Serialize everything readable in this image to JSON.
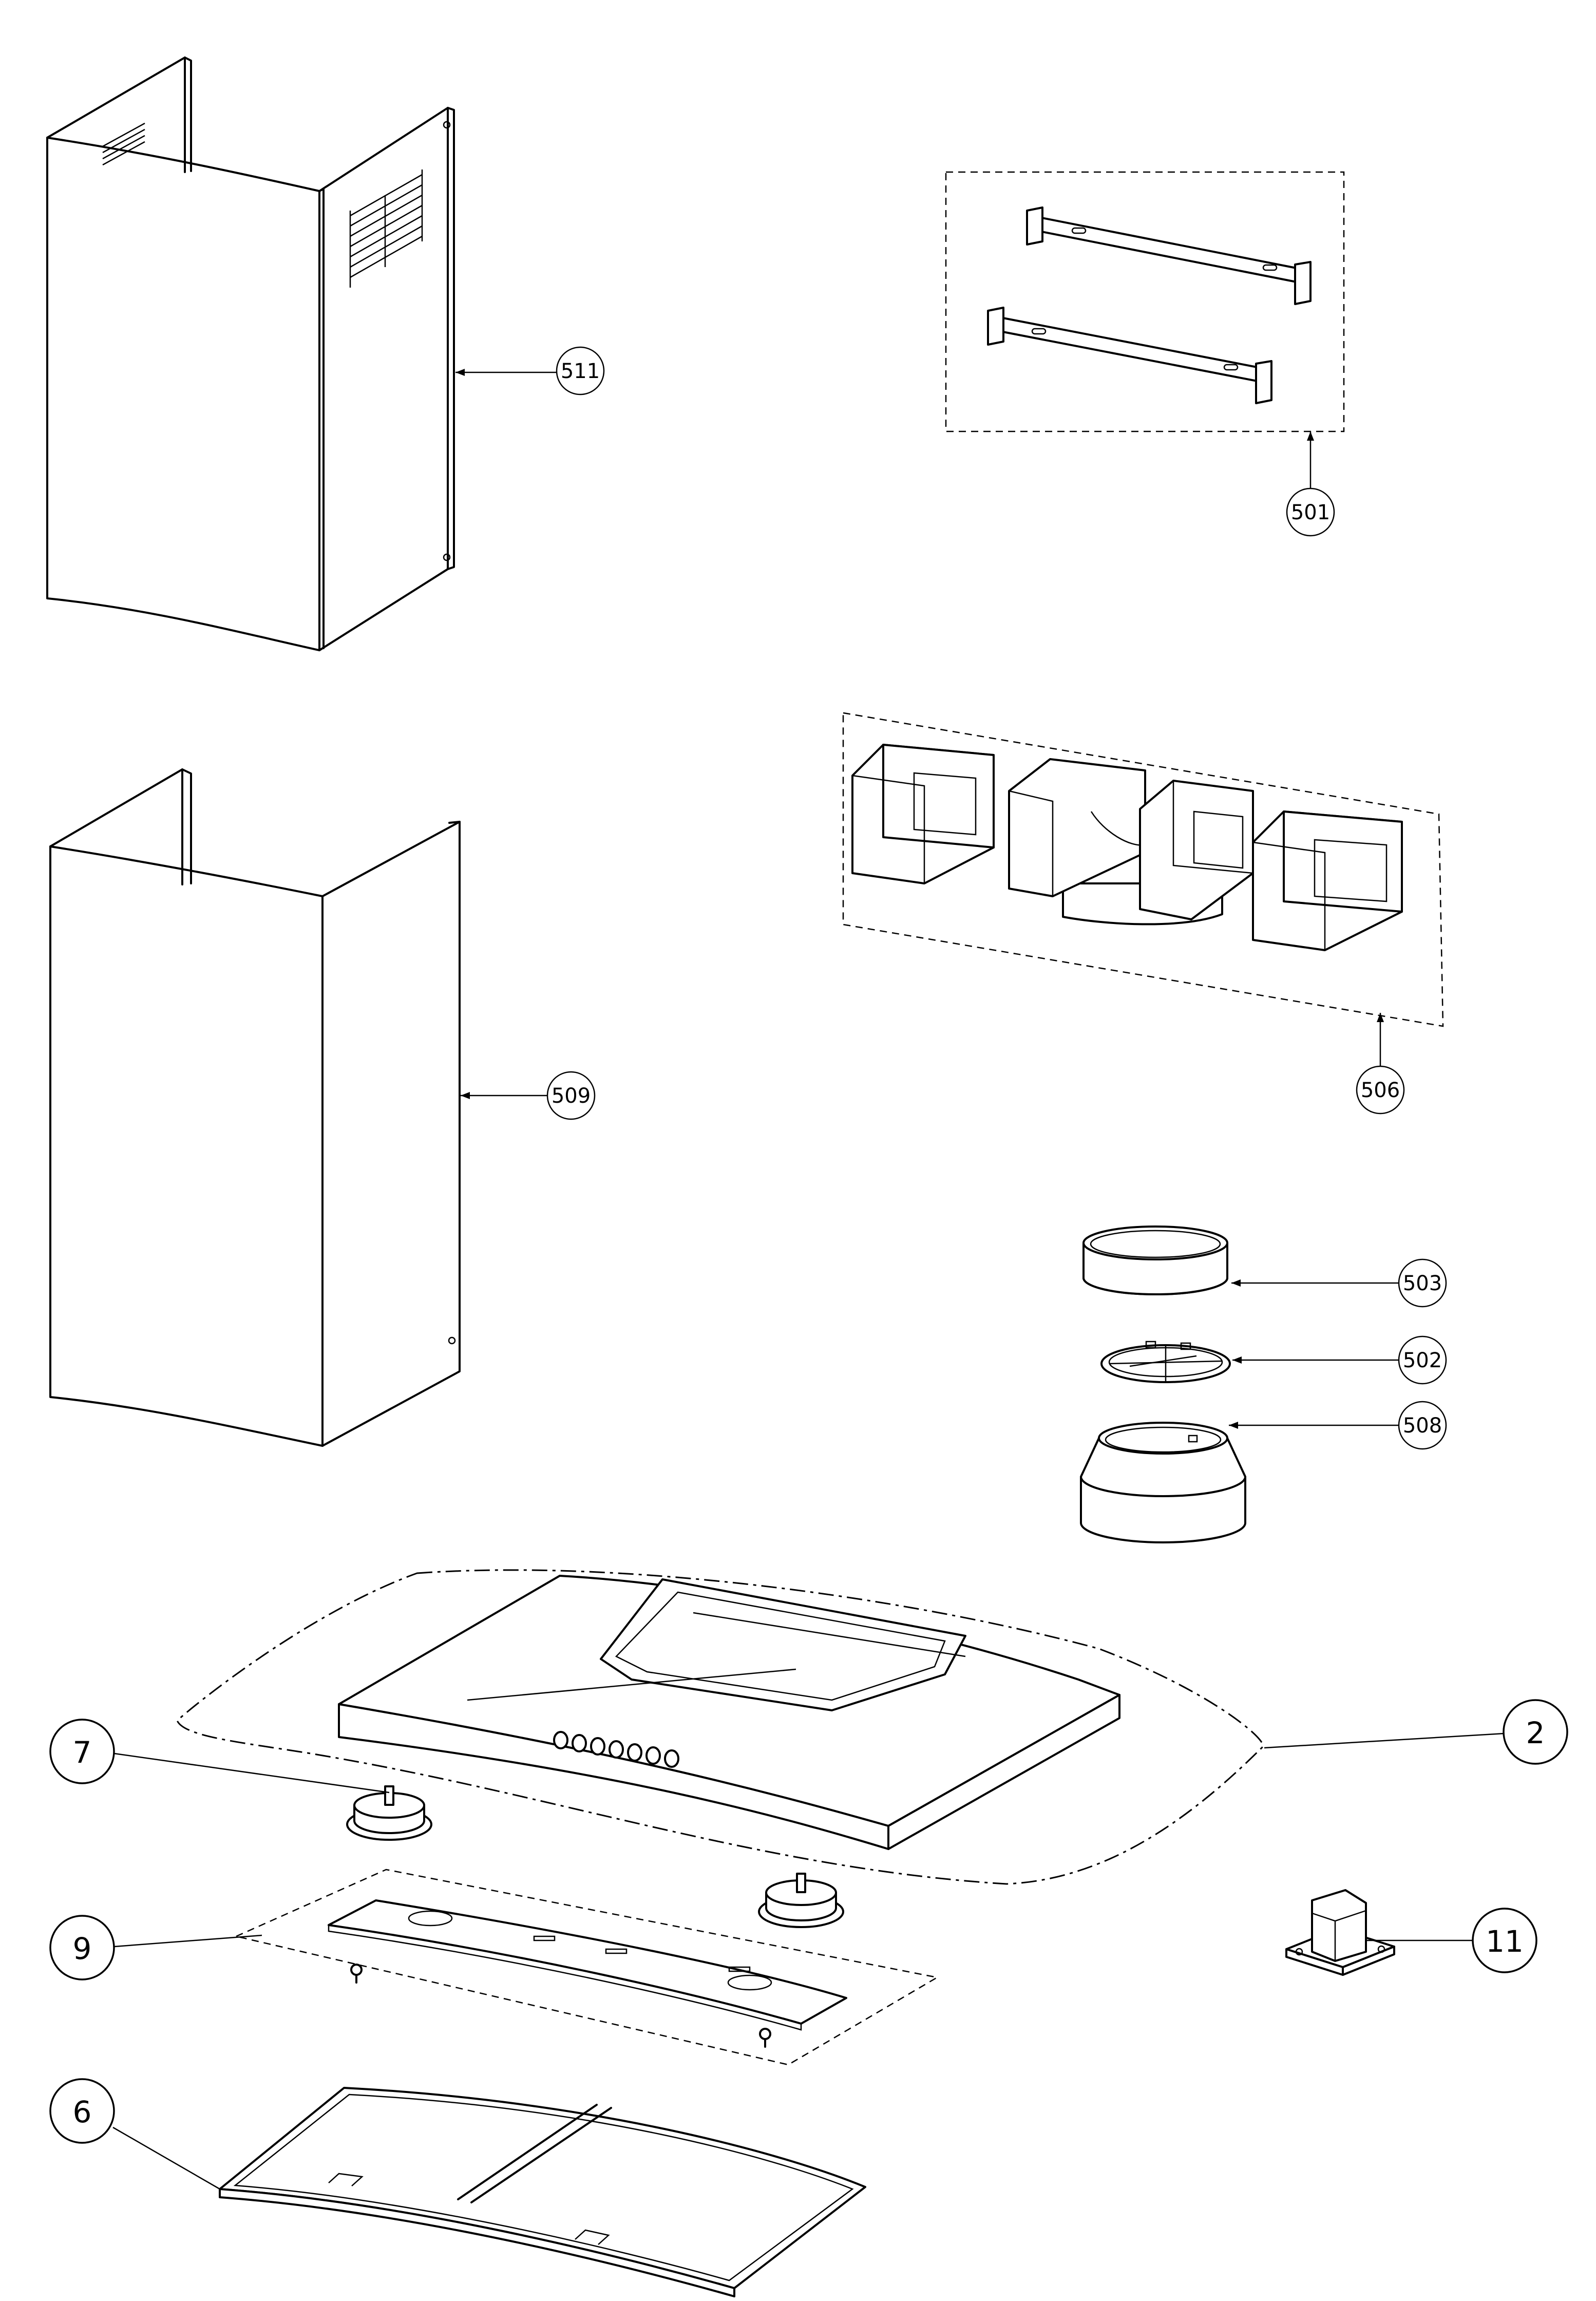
{
  "callouts": {
    "c511": "511",
    "c509": "509",
    "c501": "501",
    "c506": "506",
    "c503": "503",
    "c502": "502",
    "c508": "508",
    "c2": "2",
    "c7": "7",
    "c9": "9",
    "c11": "11",
    "c6": "6"
  },
  "parts": [
    "upper-chimney-cover",
    "lower-chimney-cover",
    "chimney-brackets",
    "duct-adapter-kit",
    "duct-ring",
    "damper",
    "duct-collar",
    "hood-body",
    "halogen-light",
    "light-panel",
    "grease-filter",
    "transformer"
  ]
}
